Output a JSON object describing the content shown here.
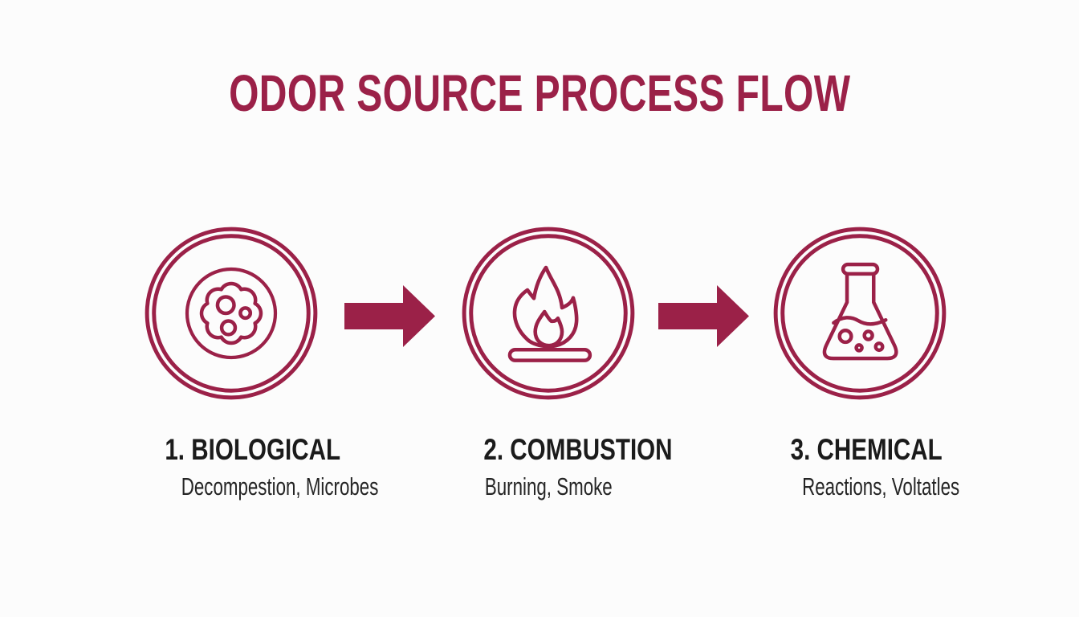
{
  "title": "ODOR SOURCE PROCESS FLOW",
  "colors": {
    "accent": "#9B2148",
    "heading": "#1B1B1B",
    "subtitle": "#242424",
    "background": "#FCFCFC"
  },
  "steps": [
    {
      "heading": "1. BIOLOGICAL",
      "subtitle": "Decompestion, Microbes",
      "icon": "microbe-icon"
    },
    {
      "heading": "2. COMBUSTION",
      "subtitle": "Burning, Smoke",
      "icon": "flame-icon"
    },
    {
      "heading": "3. CHEMICAL",
      "subtitle": "Reactions, Voltatles",
      "icon": "flask-icon"
    }
  ],
  "connectors": [
    {
      "icon": "arrow-right-icon"
    },
    {
      "icon": "arrow-right-icon"
    }
  ]
}
